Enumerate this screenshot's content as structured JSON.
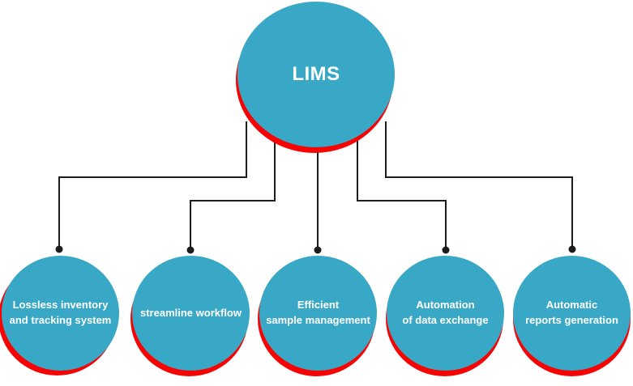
{
  "diagram": {
    "root": {
      "label": "LIMS"
    },
    "children": [
      {
        "lines": [
          "Lossless inventory",
          "and tracking system"
        ]
      },
      {
        "lines": [
          "streamline workflow"
        ]
      },
      {
        "lines": [
          "Efficient",
          "sample management"
        ]
      },
      {
        "lines": [
          "Automation",
          "of data exchange"
        ]
      },
      {
        "lines": [
          "Automatic",
          "reports generation"
        ]
      }
    ]
  },
  "colors": {
    "node_fill": "#38A8C6",
    "node_shadow": "#F60404",
    "connector": "#1C1C1C",
    "text": "#FFFFFF",
    "background": "#FFFFFF"
  }
}
